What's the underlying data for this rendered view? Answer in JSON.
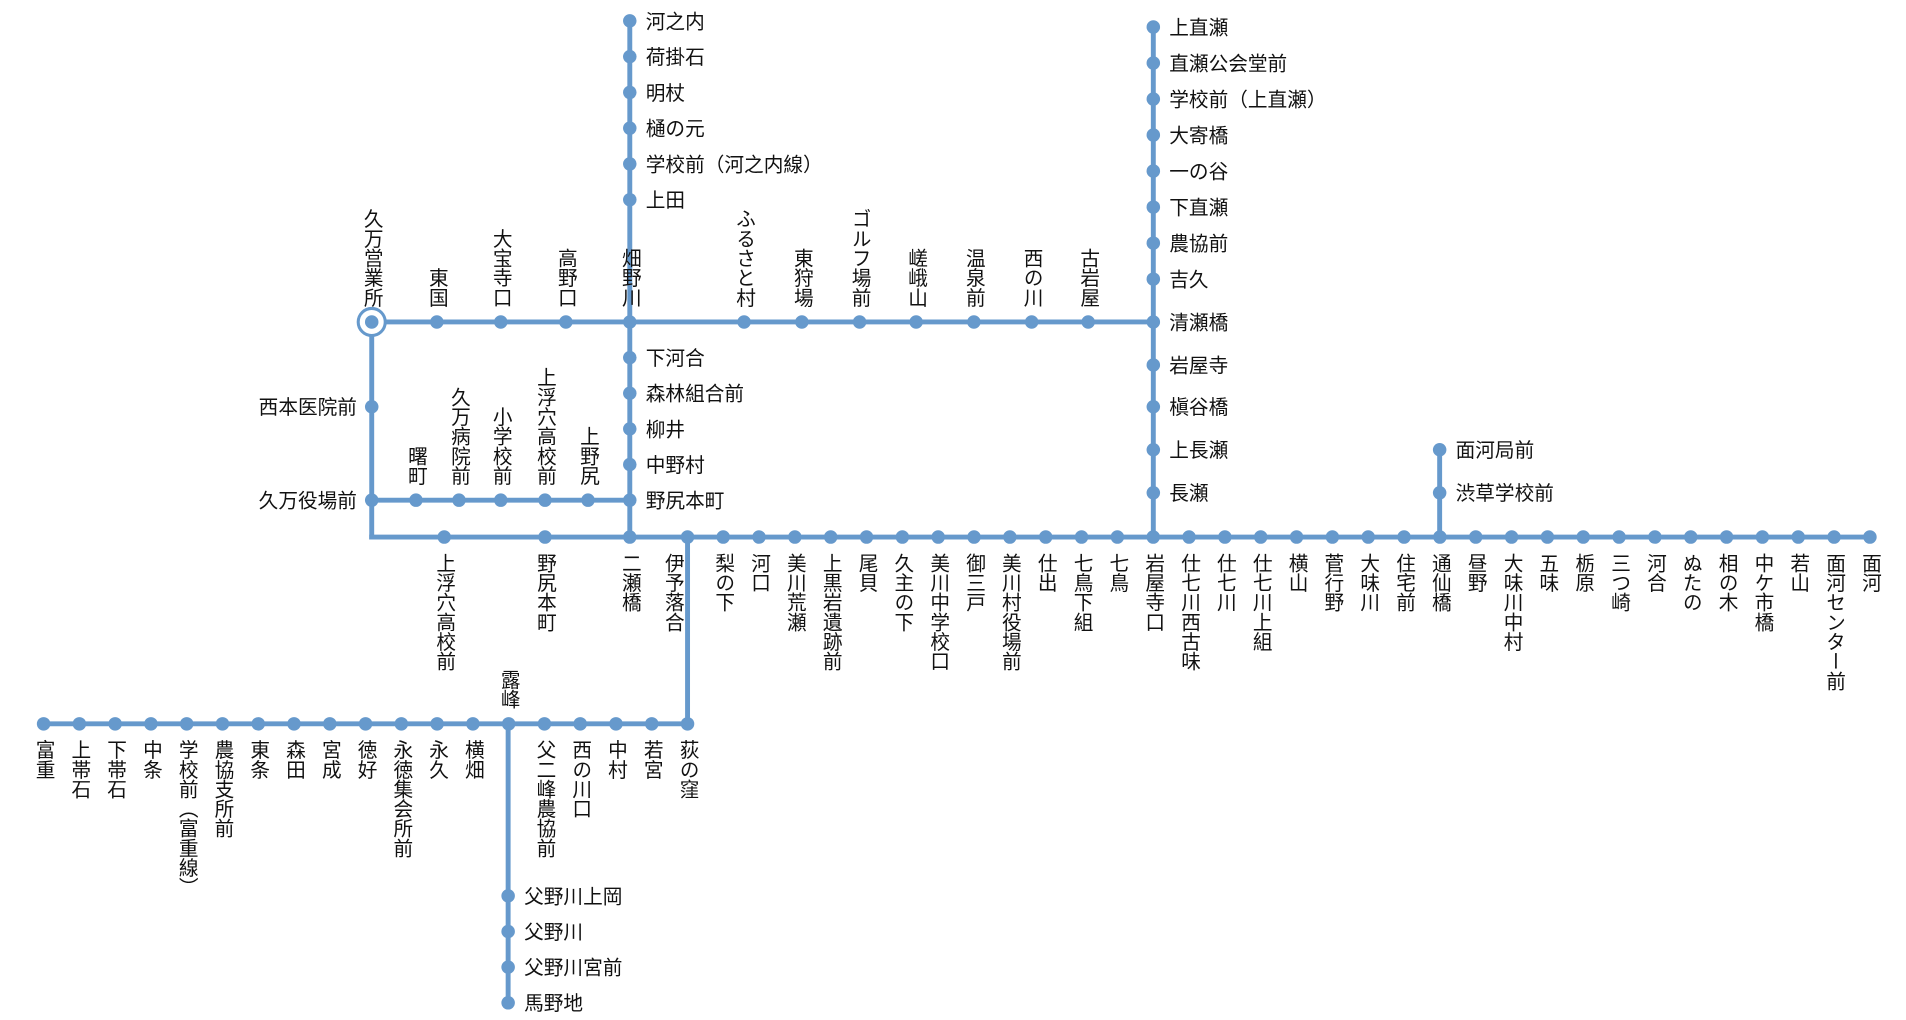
{
  "title": "Bus route map",
  "colors": {
    "line": "#6699cc",
    "text": "#111111"
  },
  "groups": {
    "kawanouchi": [
      "河之内",
      "荷掛石",
      "明杖",
      "樋の元",
      "学校前（河之内線）",
      "上田"
    ],
    "top_line": [
      "久万営業所",
      "東国",
      "大宝寺口",
      "高野口",
      "畑野川",
      "ふるさと村",
      "東狩場",
      "ゴルフ場前",
      "嵯峨山",
      "温泉前",
      "西の川",
      "古岩屋"
    ],
    "nojiri": [
      "下河合",
      "森林組合前",
      "柳井",
      "中野村",
      "野尻本町"
    ],
    "kuma_left": [
      "西本医院前",
      "久万役場前"
    ],
    "middle": [
      "曙町",
      "久万病院前",
      "小学校前",
      "上浮穴高校前",
      "上野尻"
    ],
    "naose": [
      "上直瀬",
      "直瀬公会堂前",
      "学校前（上直瀬）",
      "大寄橋",
      "一の谷",
      "下直瀬",
      "農協前",
      "吉久",
      "清瀬橋",
      "岩屋寺",
      "槇谷橋",
      "上長瀬",
      "長瀬"
    ],
    "main": [
      "上浮穴高校前",
      "野尻本町",
      "二瀬橋",
      "伊予落合",
      "梨の下",
      "河口",
      "美川荒瀬",
      "上黒岩遺跡前",
      "尾貝",
      "久主の下",
      "美川中学校口",
      "御三戸",
      "美川村役場前",
      "仕出",
      "七鳥下組",
      "七鳥",
      "岩屋寺口",
      "仕七川西古味",
      "仕七川",
      "仕七川上組",
      "横山",
      "菅行野",
      "大味川",
      "住宅前",
      "通仙橋",
      "昼野",
      "大味川中村",
      "五味",
      "栃原",
      "三つ崎",
      "河合",
      "ぬたの",
      "相の木",
      "中ケ市橋",
      "若山",
      "面河センター前",
      "面河"
    ],
    "omogo": [
      "面河局前",
      "渋草学校前"
    ],
    "tomishige": [
      "富重",
      "上帯石",
      "下帯石",
      "中条",
      "学校前（富重線）",
      "農協支所前",
      "東条",
      "森田",
      "宮成",
      "徳好",
      "永徳集会所前",
      "永久",
      "横畑",
      "露峰",
      "父二峰農協前",
      "西の川口",
      "中村",
      "若宮",
      "荻の窪"
    ],
    "chichinokawa": [
      "父野川上岡",
      "父野川",
      "父野川宮前",
      "馬野地"
    ]
  }
}
